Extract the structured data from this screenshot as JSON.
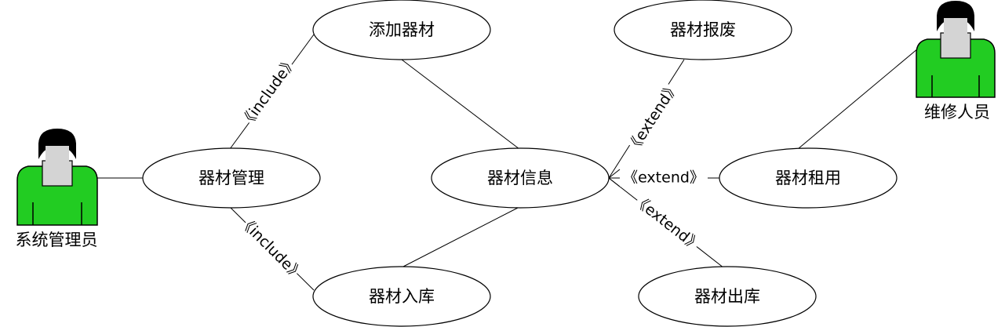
{
  "actors": {
    "admin": {
      "label": "系统管理员",
      "icon": "person-icon",
      "color": "#22cc22"
    },
    "repair": {
      "label": "维修人员",
      "icon": "person-icon",
      "color": "#22cc22"
    }
  },
  "use_cases": {
    "manage": "器材管理",
    "add": "添加器材",
    "storage_in": "器材入库",
    "info": "器材信息",
    "scrap": "器材报废",
    "rent": "器材租用",
    "storage_out": "器材出库"
  },
  "relations": {
    "include_add": "《include》",
    "include_in": "《include》",
    "extend_scrap": "《extend》",
    "extend_rent": "《extend》",
    "extend_out": "《extend》"
  }
}
